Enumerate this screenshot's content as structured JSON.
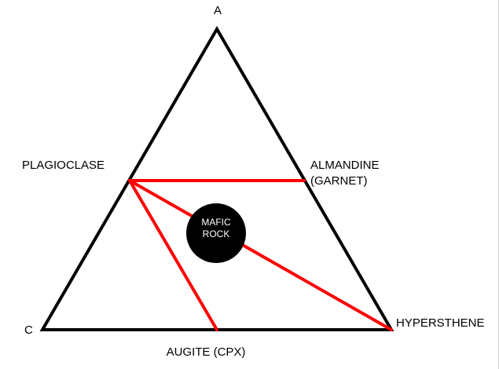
{
  "diagram": {
    "labels": {
      "apex_a": "A",
      "apex_c": "C",
      "plagioclase": "PLAGIOCLASE",
      "almandine_line1": "ALMANDINE",
      "almandine_line2": "(GARNET)",
      "hypersthene": "HYPERSTHENE",
      "augite": "AUGITE (CPX)",
      "rock_line1": "MAFIC",
      "rock_line2": "ROCK"
    },
    "colors": {
      "triangle": "#000000",
      "tie_lines": "#ff0000",
      "rock_fill": "#000000",
      "rock_text": "#ffffff"
    }
  }
}
